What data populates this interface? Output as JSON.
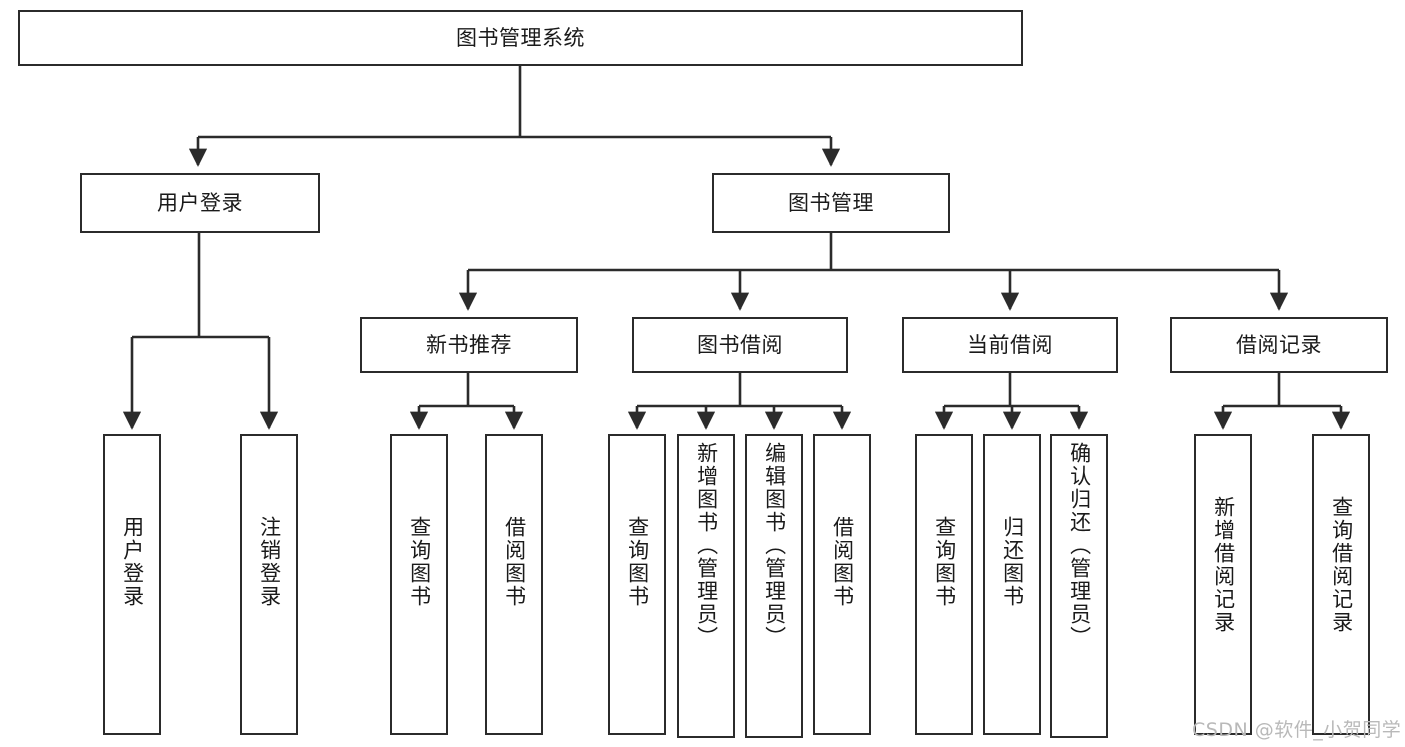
{
  "diagram": {
    "title": "图书管理系统",
    "type": "functional-structure-tree",
    "watermark": "CSDN @软件_小贺同学",
    "colors": {
      "box_stroke": "#2b2b2b",
      "box_fill": "#ffffff",
      "edge": "#2b2b2b",
      "text": "#1a1a1a",
      "watermark": "#b9b9b9"
    },
    "levels": {
      "root": {
        "label": "图书管理系统"
      },
      "level2": [
        {
          "label": "用户登录"
        },
        {
          "label": "图书管理"
        }
      ],
      "level3": [
        {
          "label": "新书推荐"
        },
        {
          "label": "图书借阅"
        },
        {
          "label": "当前借阅"
        },
        {
          "label": "借阅记录"
        }
      ],
      "leaves": {
        "user_login": [
          {
            "label": "用户登录"
          },
          {
            "label": "注销登录"
          }
        ],
        "new_book_recommend": [
          {
            "label": "查询图书"
          },
          {
            "label": "借阅图书"
          }
        ],
        "book_borrow": [
          {
            "label": "查询图书"
          },
          {
            "label": "新增图书（管理员）"
          },
          {
            "label": "编辑图书（管理员）"
          },
          {
            "label": "借阅图书"
          }
        ],
        "current_borrow": [
          {
            "label": "查询图书"
          },
          {
            "label": "归还图书"
          },
          {
            "label": "确认归还（管理员）"
          }
        ],
        "borrow_record": [
          {
            "label": "新增借阅记录"
          },
          {
            "label": "查询借阅记录"
          }
        ]
      }
    }
  }
}
